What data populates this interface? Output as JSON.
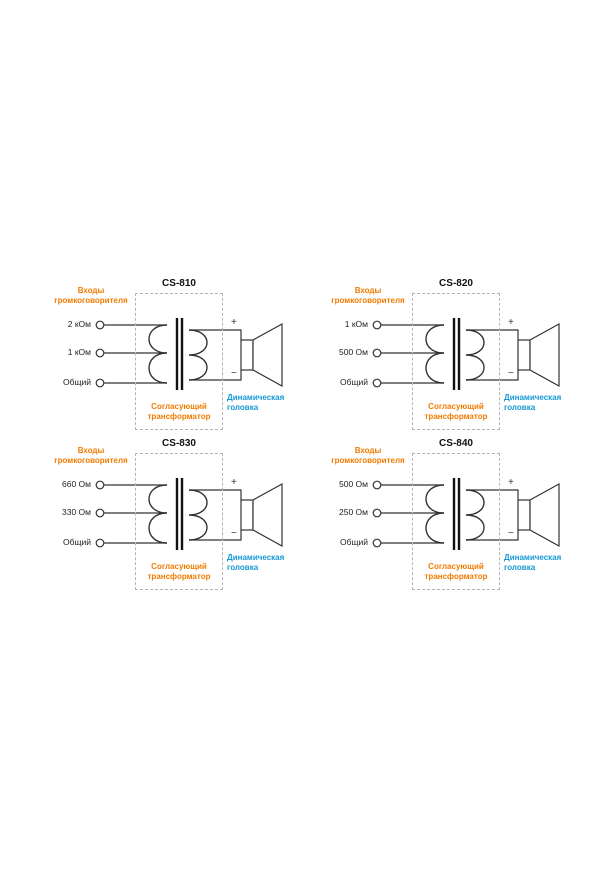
{
  "page": {
    "background": "#ffffff"
  },
  "colors": {
    "orange": "#f07c00",
    "blue": "#1899d6",
    "line": "#333333"
  },
  "shared": {
    "inputs_header_line1": "Входы",
    "inputs_header_line2": "громкоговорителя",
    "transformer_label_line1": "Согласующий",
    "transformer_label_line2": "трансформатор",
    "speaker_label_line1": "Динамическая",
    "speaker_label_line2": "головка",
    "plus": "+",
    "minus": "−"
  },
  "diagrams": [
    {
      "title": "CS-810",
      "inputs": [
        "2 кОм",
        "1 кОм",
        "Общий"
      ]
    },
    {
      "title": "CS-820",
      "inputs": [
        "1 кОм",
        "500 Ом",
        "Общий"
      ]
    },
    {
      "title": "CS-830",
      "inputs": [
        "660 Ом",
        "330 Ом",
        "Общий"
      ]
    },
    {
      "title": "CS-840",
      "inputs": [
        "500 Ом",
        "250 Ом",
        "Общий"
      ]
    }
  ]
}
